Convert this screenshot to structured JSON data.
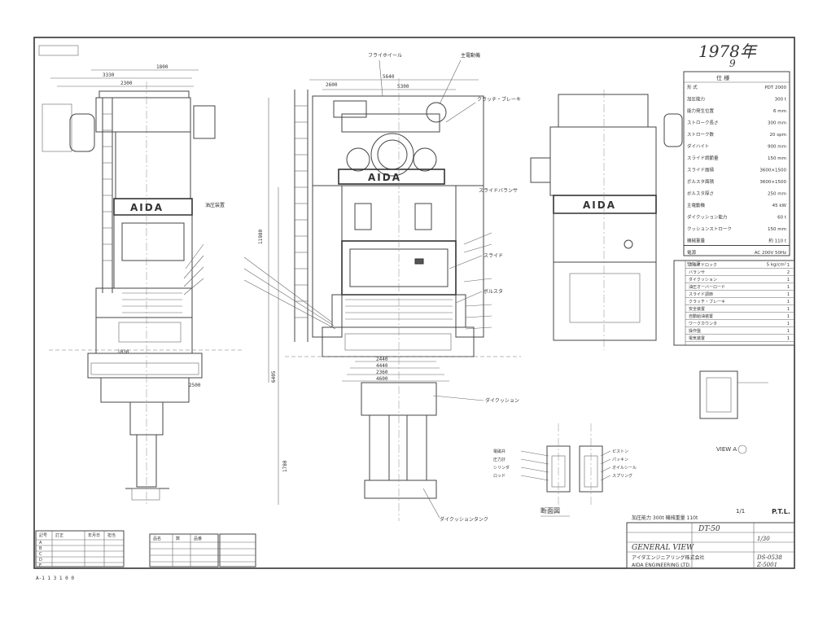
{
  "handwritten_year": "1978年",
  "handwritten_month": "9",
  "top_left_box": "",
  "front_view": {
    "logo": "AIDA",
    "callouts": {
      "dim_3330": "3330",
      "dim_2300": "2300",
      "dim_1800": "1800",
      "hydraulic": "油圧装置",
      "dim_1030": "1030",
      "dim_2500": "2500"
    }
  },
  "center_view": {
    "logo": "AIDA",
    "dims": {
      "d2600": "2600",
      "d4600": "4600",
      "d5640": "5640",
      "d5300": "5300",
      "d2440": "2440",
      "d4440": "4440",
      "d2360": "2360",
      "d1780": "1780",
      "d6405": "6405",
      "d11980": "11980"
    },
    "callouts": {
      "motor": "主電動機",
      "flywheel": "フライホイール",
      "clutch": "クラッチ・ブレーキ",
      "balancer": "スライドバランサ",
      "slide": "スライド",
      "bolster": "ボルスタ",
      "die_cushion": "ダイクッション",
      "tank": "ダイクッションタンク"
    }
  },
  "side_view": {
    "logo": "AIDA"
  },
  "spec_table": {
    "title": "仕 様",
    "rows": [
      {
        "label": "形 式",
        "value": "PDT 2000"
      },
      {
        "label": "加圧能力",
        "value": "300 t"
      },
      {
        "label": "能力発生位置",
        "value": "6 mm"
      },
      {
        "label": "ストローク長さ",
        "value": "300 mm"
      },
      {
        "label": "ストローク数",
        "value": "20 spm"
      },
      {
        "label": "ダイハイト",
        "value": "900 mm"
      },
      {
        "label": "スライド調節量",
        "value": "150 mm"
      },
      {
        "label": "スライド面積",
        "value": "3600×1500"
      },
      {
        "label": "ボルスタ面積",
        "value": "3600×1500"
      },
      {
        "label": "ボルスタ厚さ",
        "value": "250 mm"
      },
      {
        "label": "主電動機",
        "value": "45 kW"
      },
      {
        "label": "ダイクッション能力",
        "value": "60 t"
      },
      {
        "label": "クッションストローク",
        "value": "150 mm"
      },
      {
        "label": "機械重量",
        "value": "約 110 t"
      }
    ],
    "note_rows": [
      {
        "label": "電源",
        "value": "AC 200V 50Hz"
      },
      {
        "label": "空気源",
        "value": "5 kg/cm²"
      }
    ]
  },
  "parts_table": {
    "rows": [
      {
        "label": "スライドロック",
        "value": "1"
      },
      {
        "label": "バランサ",
        "value": "2"
      },
      {
        "label": "ダイクッション",
        "value": "1"
      },
      {
        "label": "油圧オーバーロード",
        "value": "1"
      },
      {
        "label": "スライド調節",
        "value": "1"
      },
      {
        "label": "クラッチ・ブレーキ",
        "value": "1"
      },
      {
        "label": "安全装置",
        "value": "1"
      },
      {
        "label": "自動給油装置",
        "value": "1"
      },
      {
        "label": "ワークカウンタ",
        "value": "1"
      },
      {
        "label": "操作盤",
        "value": "1"
      },
      {
        "label": "電気装置",
        "value": "1"
      }
    ]
  },
  "detail_labels": {
    "section": "断面図",
    "view_a": "VIEW A",
    "note": "P.T.L.",
    "detail_callouts": [
      "電磁弁",
      "圧力計",
      "シリンダ",
      "ロッド",
      "ピストン",
      "パッキン",
      "オイルシール",
      "スプリング"
    ]
  },
  "title_block": {
    "model": "DT-50",
    "drawing_title": "GENERAL VIEW",
    "company_jp": "アイダエンジニアリング株式会社",
    "company_en": "AIDA ENGINEERING LTD.",
    "drawing_no": "DS-0538",
    "sheet_no": "Z-5001",
    "scale": "1/30",
    "spec_line": "加圧能力 300t 機械重量 110t",
    "corner_tag": "1/1"
  },
  "revision_table": {
    "headers": [
      "記号",
      "訂正",
      "年月日",
      "担当"
    ],
    "rows": [
      [
        "A",
        "",
        "",
        ""
      ],
      [
        "B",
        "",
        "",
        ""
      ],
      [
        "C",
        "",
        "",
        ""
      ],
      [
        "D",
        "",
        "",
        ""
      ],
      [
        "E",
        "",
        "",
        ""
      ]
    ]
  },
  "parts_list_small": {
    "headers": [
      "品名",
      "数",
      "品番"
    ],
    "rows": [
      [
        "",
        "",
        ""
      ],
      [
        "",
        "",
        ""
      ],
      [
        "",
        "",
        ""
      ],
      [
        "",
        "",
        ""
      ]
    ]
  },
  "footer_left": "A-1  1 3 1 0 0"
}
